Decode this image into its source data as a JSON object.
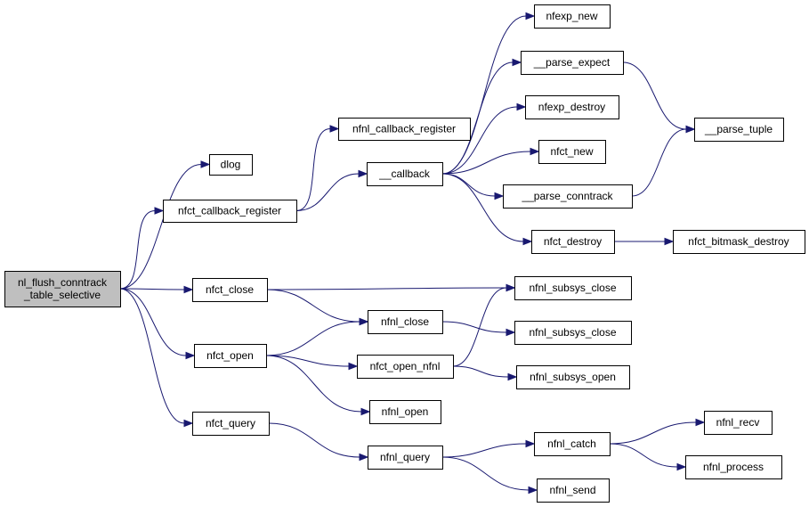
{
  "title": "",
  "nodes": [
    {
      "id": "root",
      "lines": [
        "nl_flush_conntrack",
        "_table_selective"
      ]
    },
    {
      "id": "dlog",
      "lines": [
        "dlog"
      ]
    },
    {
      "id": "nfct_callback_register",
      "lines": [
        "nfct_callback_register"
      ]
    },
    {
      "id": "nfnl_callback_register",
      "lines": [
        "nfnl_callback_register"
      ]
    },
    {
      "id": "callback",
      "lines": [
        "__callback"
      ]
    },
    {
      "id": "nfexp_new",
      "lines": [
        "nfexp_new"
      ]
    },
    {
      "id": "parse_expect",
      "lines": [
        "__parse_expect"
      ]
    },
    {
      "id": "nfexp_destroy",
      "lines": [
        "nfexp_destroy"
      ]
    },
    {
      "id": "nfct_new",
      "lines": [
        "nfct_new"
      ]
    },
    {
      "id": "parse_conntrack",
      "lines": [
        "__parse_conntrack"
      ]
    },
    {
      "id": "parse_tuple",
      "lines": [
        "__parse_tuple"
      ]
    },
    {
      "id": "nfct_destroy",
      "lines": [
        "nfct_destroy"
      ]
    },
    {
      "id": "nfct_bitmask_destroy",
      "lines": [
        "nfct_bitmask_destroy"
      ]
    },
    {
      "id": "nfct_close",
      "lines": [
        "nfct_close"
      ]
    },
    {
      "id": "nfnl_subsys_close_1",
      "lines": [
        "nfnl_subsys_close"
      ]
    },
    {
      "id": "nfnl_close",
      "lines": [
        "nfnl_close"
      ]
    },
    {
      "id": "nfnl_subsys_close_2",
      "lines": [
        "nfnl_subsys_close"
      ]
    },
    {
      "id": "nfct_open",
      "lines": [
        "nfct_open"
      ]
    },
    {
      "id": "nfct_open_nfnl",
      "lines": [
        "nfct_open_nfnl"
      ]
    },
    {
      "id": "nfnl_subsys_open",
      "lines": [
        "nfnl_subsys_open"
      ]
    },
    {
      "id": "nfnl_open",
      "lines": [
        "nfnl_open"
      ]
    },
    {
      "id": "nfct_query",
      "lines": [
        "nfct_query"
      ]
    },
    {
      "id": "nfnl_query",
      "lines": [
        "nfnl_query"
      ]
    },
    {
      "id": "nfnl_catch",
      "lines": [
        "nfnl_catch"
      ]
    },
    {
      "id": "nfnl_recv",
      "lines": [
        "nfnl_recv"
      ]
    },
    {
      "id": "nfnl_process",
      "lines": [
        "nfnl_process"
      ]
    },
    {
      "id": "nfnl_send",
      "lines": [
        "nfnl_send"
      ]
    }
  ],
  "edges": [
    [
      "root",
      "dlog"
    ],
    [
      "root",
      "nfct_callback_register"
    ],
    [
      "root",
      "nfct_close"
    ],
    [
      "root",
      "nfct_open"
    ],
    [
      "root",
      "nfct_query"
    ],
    [
      "nfct_callback_register",
      "nfnl_callback_register"
    ],
    [
      "nfct_callback_register",
      "callback"
    ],
    [
      "callback",
      "nfexp_new"
    ],
    [
      "callback",
      "parse_expect"
    ],
    [
      "callback",
      "nfexp_destroy"
    ],
    [
      "callback",
      "nfct_new"
    ],
    [
      "callback",
      "parse_conntrack"
    ],
    [
      "callback",
      "nfct_destroy"
    ],
    [
      "parse_expect",
      "parse_tuple"
    ],
    [
      "parse_conntrack",
      "parse_tuple"
    ],
    [
      "nfct_destroy",
      "nfct_bitmask_destroy"
    ],
    [
      "nfct_close",
      "nfnl_subsys_close_1"
    ],
    [
      "nfct_close",
      "nfnl_close"
    ],
    [
      "nfnl_close",
      "nfnl_subsys_close_2"
    ],
    [
      "nfct_open",
      "nfnl_close"
    ],
    [
      "nfct_open",
      "nfct_open_nfnl"
    ],
    [
      "nfct_open",
      "nfnl_open"
    ],
    [
      "nfct_open_nfnl",
      "nfnl_subsys_close_1"
    ],
    [
      "nfct_open_nfnl",
      "nfnl_subsys_open"
    ],
    [
      "nfct_query",
      "nfnl_query"
    ],
    [
      "nfnl_query",
      "nfnl_catch"
    ],
    [
      "nfnl_query",
      "nfnl_send"
    ],
    [
      "nfnl_catch",
      "nfnl_recv"
    ],
    [
      "nfnl_catch",
      "nfnl_process"
    ]
  ]
}
